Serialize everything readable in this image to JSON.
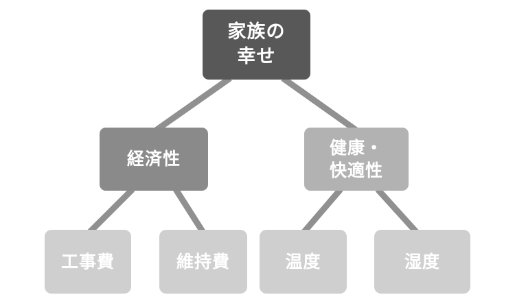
{
  "diagram": {
    "type": "tree-hierarchy",
    "background_color": "#ffffff",
    "connector_color": "#909090",
    "levels": 3,
    "root": {
      "label": "家族の\n幸せ",
      "color": "#585858",
      "text_color": "#ffffff"
    },
    "branches": [
      {
        "id": "economy",
        "label": "経済性",
        "color": "#8a8a8a",
        "text_color": "#ffffff",
        "children": [
          {
            "id": "construction-cost",
            "label": "工事費",
            "color": "#cfcfcf",
            "text_color": "#ffffff"
          },
          {
            "id": "maintenance-cost",
            "label": "維持費",
            "color": "#cfcfcf",
            "text_color": "#ffffff"
          }
        ]
      },
      {
        "id": "health-comfort",
        "label": "健康・\n快適性",
        "color": "#b2b2b2",
        "text_color": "#ffffff",
        "children": [
          {
            "id": "temperature",
            "label": "温度",
            "color": "#cfcfcf",
            "text_color": "#ffffff"
          },
          {
            "id": "humidity",
            "label": "湿度",
            "color": "#cfcfcf",
            "text_color": "#ffffff"
          }
        ]
      }
    ]
  }
}
